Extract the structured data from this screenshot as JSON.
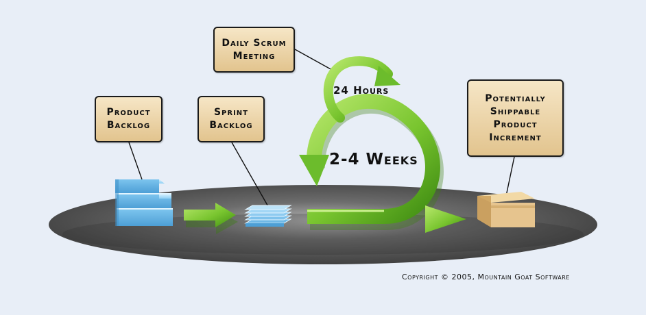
{
  "callouts": {
    "daily_scrum": "Daily Scrum\nMeeting",
    "product_backlog": "Product\nBacklog",
    "sprint_backlog": "Sprint\nBacklog",
    "increment": "Potentially\nShippable\nProduct\nIncrement"
  },
  "labels": {
    "daily_cycle": "24 Hours",
    "sprint_cycle": "2-4 Weeks"
  },
  "footer": {
    "copyright": "Copyright © 2005, Mountain Goat Software"
  },
  "icons": {
    "product_backlog": "blue-stacked-blocks",
    "sprint_backlog": "blue-thin-sheets",
    "increment": "cardboard-box",
    "flow": "green-arrow"
  },
  "colors": {
    "background": "#e8eef7",
    "callout_fill": "#ecd4a6",
    "arrow_green": "#7cc832",
    "platform": "#555555",
    "backlog_blue": "#6fb8e6",
    "box_tan": "#e6c48e"
  }
}
